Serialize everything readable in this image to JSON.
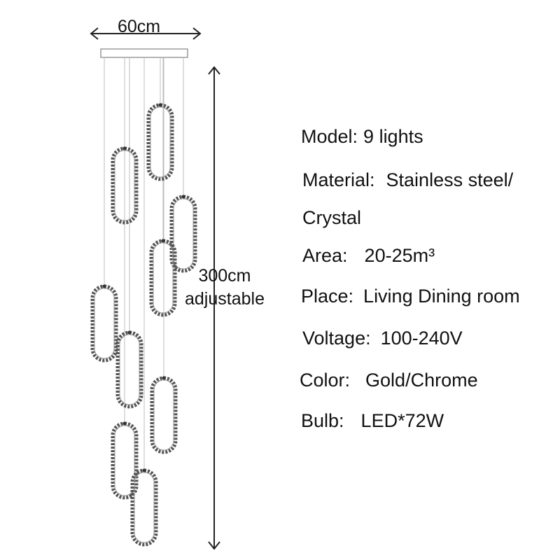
{
  "dimensions": {
    "width": "60cm",
    "height": "300cm",
    "height_note": "adjustable"
  },
  "specs": [
    {
      "label": "Model:",
      "value": "9 lights"
    },
    {
      "label": "Material:",
      "value": "Stainless steel/"
    },
    {
      "label": "",
      "value": "Crystal"
    },
    {
      "label": "Area:",
      "value": "20-25m³"
    },
    {
      "label": "Place:",
      "value": "Living Dining room"
    },
    {
      "label": "Voltage:",
      "value": "100-240V"
    },
    {
      "label": "Color:",
      "value": "Gold/Chrome"
    },
    {
      "label": "Bulb:",
      "value": "LED*72W"
    }
  ],
  "colors": {
    "line": "#222222",
    "wire": "#bcbcbc",
    "canopy": "#9a9a9a",
    "crystal": "#555555"
  },
  "pendant_count": 9
}
